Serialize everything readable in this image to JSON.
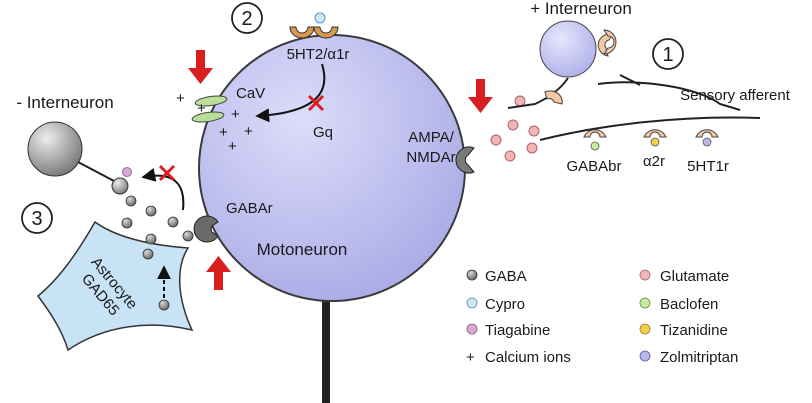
{
  "labels": {
    "motoneuron": "Motoneuron",
    "plus_interneuron": "+ Interneuron",
    "minus_interneuron": "- Interneuron",
    "sensory_afferent": "Sensory afferent",
    "cav": "CaV",
    "gq": "Gq",
    "receptor_5ht2": "5HT2/α1r",
    "ampa": "AMPA/",
    "nmda": "NMDAr",
    "gabar": "GABAr",
    "gababr": "GABAbr",
    "a2r": "α2r",
    "ht1r": "5HT1r",
    "astrocyte": "Astrocyte",
    "gad65": "GAD65"
  },
  "markers": {
    "one": "1",
    "two": "2",
    "three": "3"
  },
  "legend": [
    {
      "label": "GABA",
      "color": "#8e8e8e"
    },
    {
      "label": "Cypro",
      "color": "#cfe6f5"
    },
    {
      "label": "Tiagabine",
      "color": "#d8a8d8"
    },
    {
      "label": "Calcium ions",
      "symbol": "+"
    },
    {
      "label": "Glutamate",
      "color": "#f2b5b5"
    },
    {
      "label": "Baclofen",
      "color": "#c4ec9c"
    },
    {
      "label": "Tizanidine",
      "color": "#f2d04a"
    },
    {
      "label": "Zolmitriptan",
      "color": "#b7b7ea"
    }
  ],
  "colors": {
    "motoneuron_fill": "#b8b8ee",
    "astrocyte_fill": "#c8e2f6",
    "receptor_fill": "#f6c9a6",
    "arrow_red": "#d81e1e"
  }
}
